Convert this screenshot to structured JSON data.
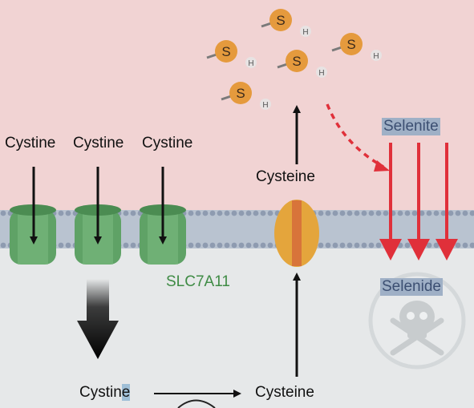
{
  "labels": {
    "cystine_1": "Cystine",
    "cystine_2": "Cystine",
    "cystine_3": "Cystine",
    "cysteine_top": "Cysteine",
    "selenite": "Selenite",
    "slc7a11": "SLC7A11",
    "selenide": "Selenide",
    "cystine_bottom_main": "Cystin",
    "cystine_bottom_last": "e",
    "cysteine_bottom": "Cysteine"
  },
  "molecule": {
    "atom_s": "S",
    "atom_h": "H"
  },
  "colors": {
    "extracellular": "#f1d3d3",
    "intracellular": "#e6e8e9",
    "membrane": "#b9c3d0",
    "transporter": "#5fa266",
    "channel": "#e4a53c",
    "selenium_arrow": "#e0303a",
    "label_highlight": "#9fb0c6"
  },
  "icons": [
    "skull-crossbones-icon"
  ]
}
